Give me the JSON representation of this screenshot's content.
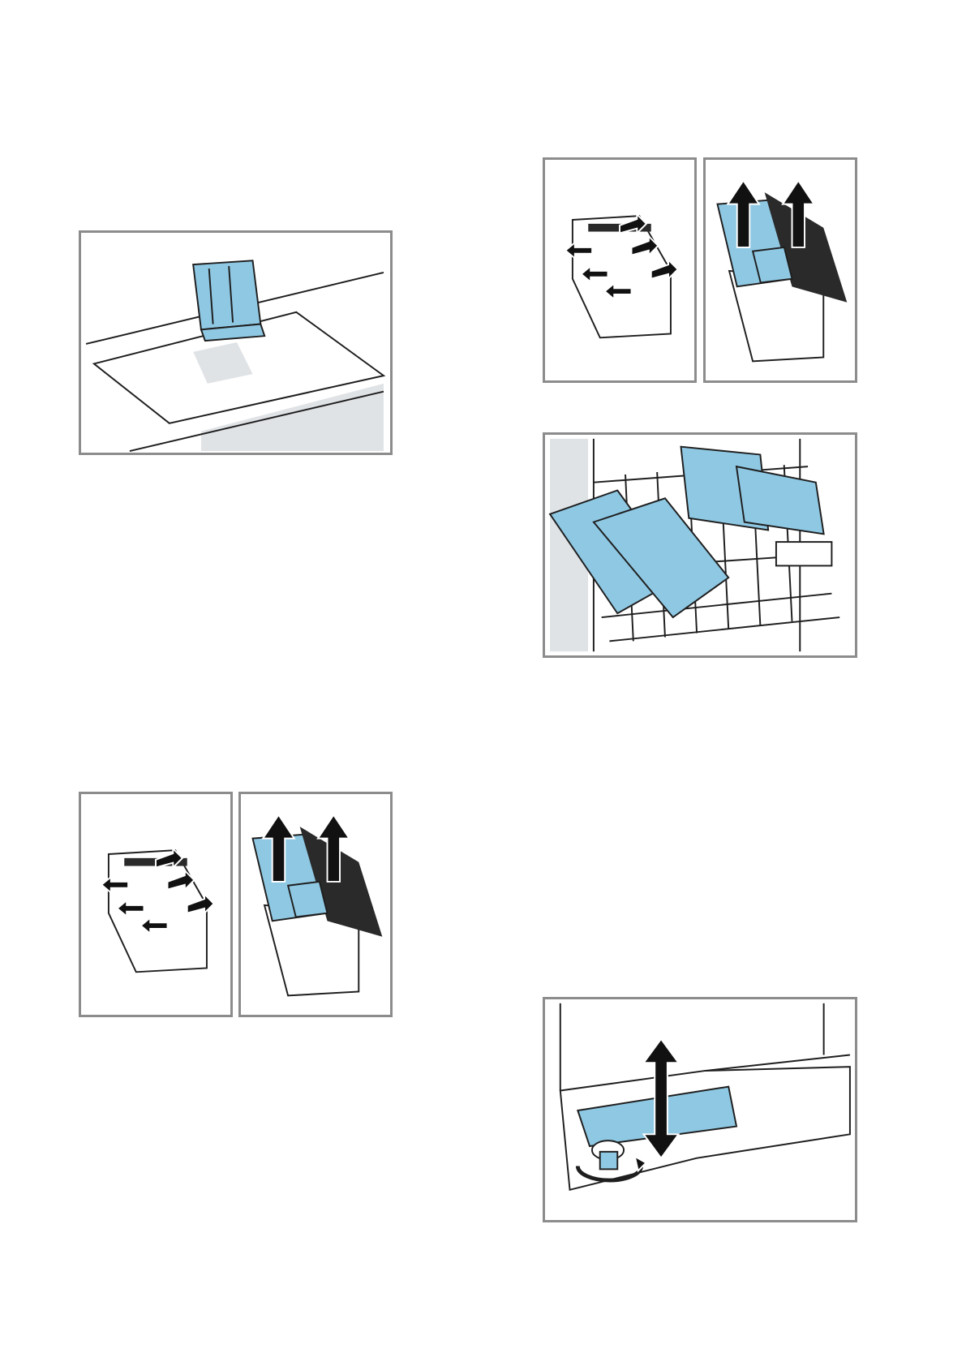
{
  "page": {
    "background": "#ffffff",
    "frame_color": "#8c8c8c",
    "accent_color": "#8fc8e3"
  },
  "figures": [
    {
      "id": "fig-filter-insert",
      "depicts": "filter-placed-into-slot"
    },
    {
      "id": "fig-filter-open-left",
      "depicts": "filter-unclip-arrows"
    },
    {
      "id": "fig-filter-remove-left",
      "depicts": "filter-lift-out-arrows"
    },
    {
      "id": "fig-filter-open-right",
      "depicts": "filter-unclip-arrows"
    },
    {
      "id": "fig-filter-remove-right",
      "depicts": "filter-lift-out-arrows"
    },
    {
      "id": "fig-filters-in-rack",
      "depicts": "filters-in-dishwasher-basket"
    },
    {
      "id": "fig-adjust-foot",
      "depicts": "height-adjustable-foot"
    }
  ]
}
